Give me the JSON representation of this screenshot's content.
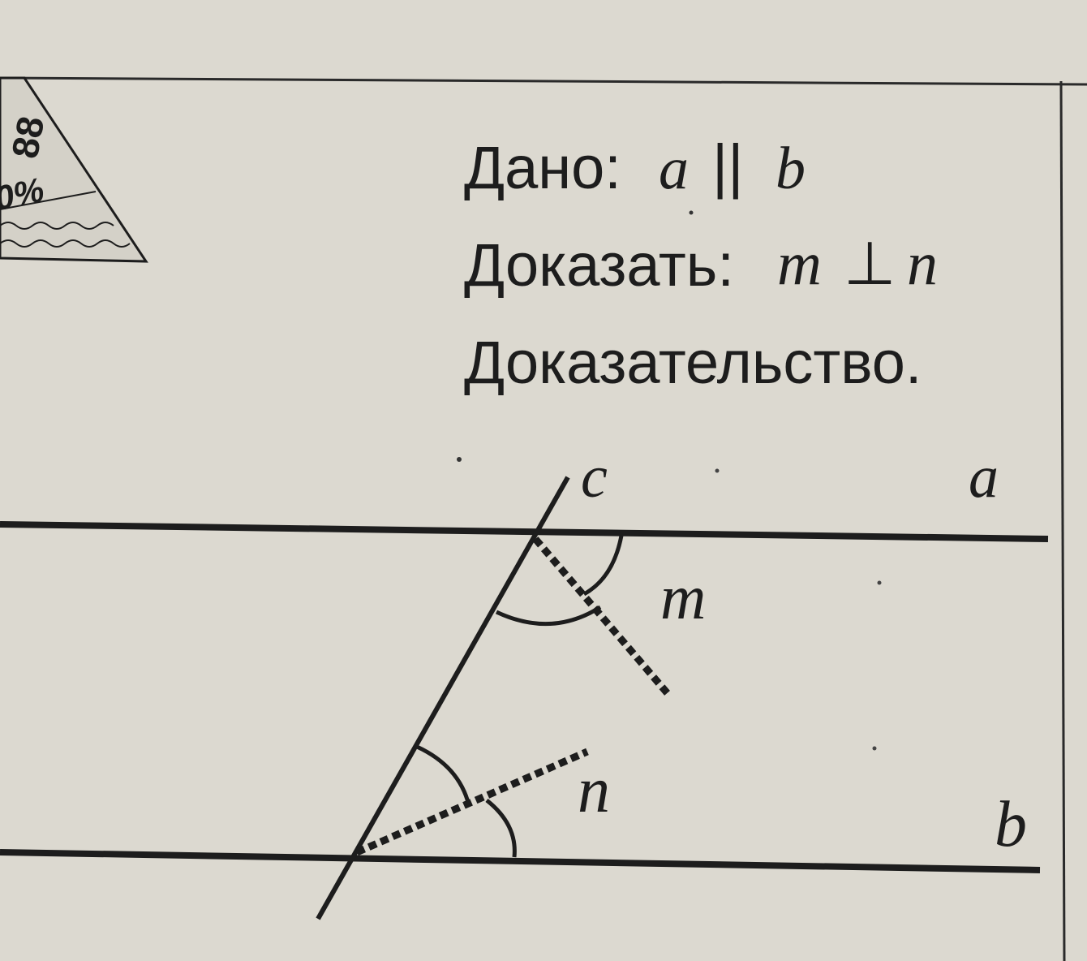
{
  "given": {
    "label": "Дано:",
    "line_a": "a",
    "parallel_symbol": "||",
    "line_b": "b"
  },
  "prove": {
    "label": "Доказать:",
    "line_m": "m",
    "perp_symbol": "⊥",
    "line_n": "n"
  },
  "proof_label": "Доказательство.",
  "diagram": {
    "label_c": "c",
    "label_a": "a",
    "label_b": "b",
    "label_m": "m",
    "label_n": "n"
  },
  "corner_badge": {
    "line1": "88",
    "line2": "0%"
  },
  "colors": {
    "paper": "#dcd9d0",
    "ink": "#1d1d1d"
  }
}
